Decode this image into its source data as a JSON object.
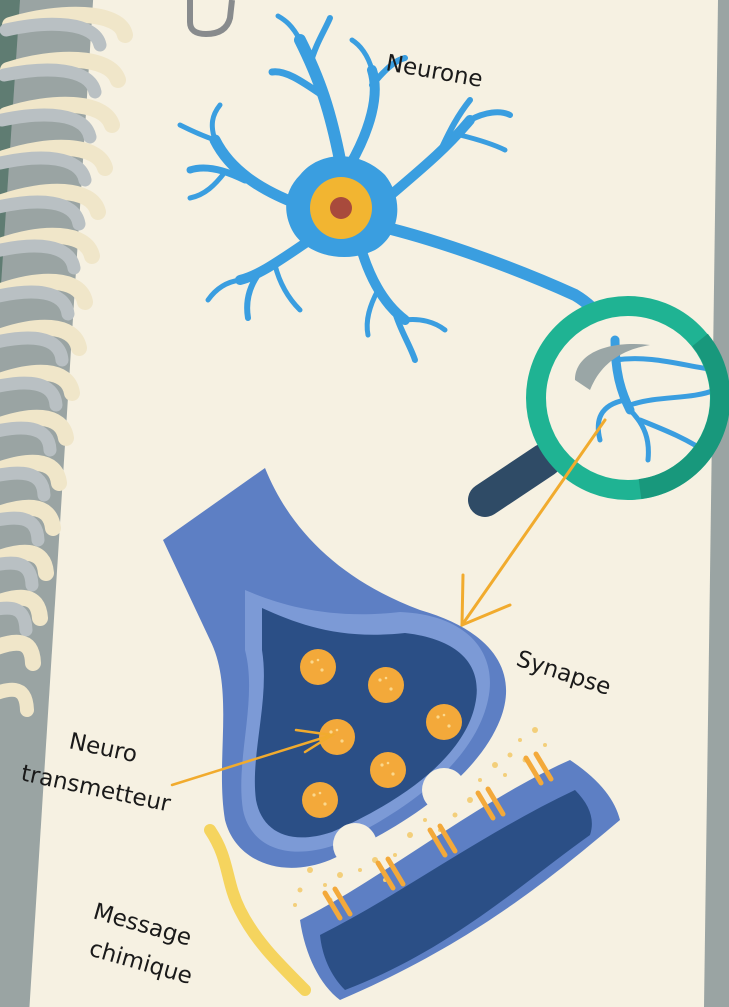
{
  "labels": {
    "neuron": "Neurone",
    "synapse": "Synapse",
    "neurotransmitter_line1": "Neuro",
    "neurotransmitter_line2": "transmetteur",
    "message_line1": "Message",
    "message_line2": "chimique"
  },
  "colors": {
    "paper": "#f6f1e2",
    "neuron": "#3a9ee0",
    "nucleus": "#f2b531",
    "magnifier_ring": "#1fb393",
    "synapse_outer": "#5d7fc4",
    "synapse_inner": "#2b4f86",
    "vesicle": "#f3a93a",
    "arrow": "#f1ab2e"
  },
  "icons": [
    "neuron-icon",
    "magnifier-icon",
    "synapse-icon",
    "vesicle-icon",
    "receptor-icon",
    "paperclip-icon"
  ]
}
